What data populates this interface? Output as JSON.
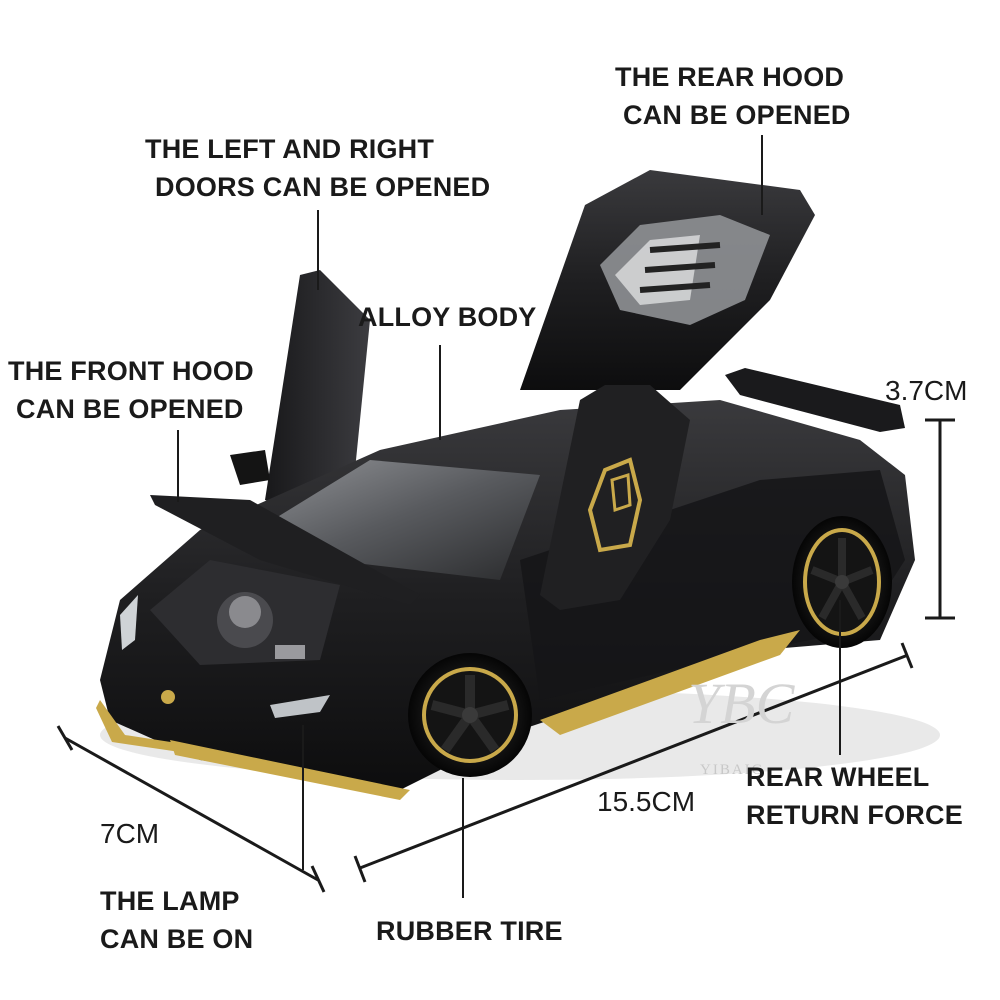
{
  "callouts": {
    "rear_hood": [
      "THE REAR HOOD",
      "CAN BE OPENED"
    ],
    "doors": [
      "THE LEFT AND RIGHT",
      "DOORS CAN BE OPENED"
    ],
    "alloy_body": "ALLOY BODY",
    "front_hood": [
      "THE FRONT HOOD",
      "CAN BE OPENED"
    ],
    "rear_wheel": [
      "REAR WHEEL",
      "RETURN FORCE"
    ],
    "lamp": [
      "THE LAMP",
      "CAN BE ON"
    ],
    "rubber_tire": "RUBBER TIRE"
  },
  "dimensions": {
    "height": "3.7CM",
    "length": "15.5CM",
    "width": "7CM"
  },
  "watermark": {
    "logo": "YBC",
    "text": "YIBAIC"
  },
  "colors": {
    "car_body": "#1c1c1e",
    "accent_gold": "#c9a94a",
    "label_text": "#1a1a1a"
  }
}
